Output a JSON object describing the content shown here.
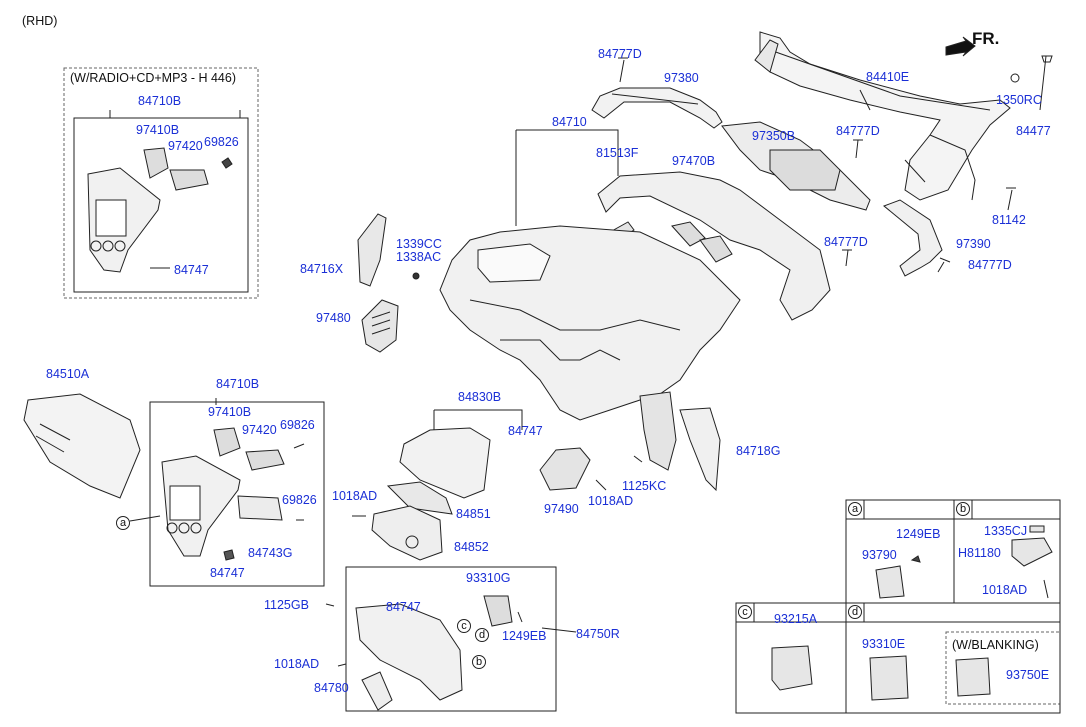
{
  "header": {
    "variant": "(RHD)",
    "direction": "FR."
  },
  "inset_radio": {
    "title": "(W/RADIO+CD+MP3 - H 446)",
    "assembly": "84710B",
    "parts": [
      "97410B",
      "97420",
      "69826",
      "84747"
    ]
  },
  "labels": {
    "l84777D_top": "84777D",
    "l97380": "97380",
    "l84410E": "84410E",
    "l1350RC": "1350RC",
    "l84477": "84477",
    "l84710": "84710",
    "l97350B": "97350B",
    "l84777D_mid": "84777D",
    "l81513F": "81513F",
    "l97470B": "97470B",
    "l81142": "81142",
    "l1339CC": "1339CC",
    "l1338AC": "1338AC",
    "l84716X": "84716X",
    "l84777D_r": "84777D",
    "l97390": "97390",
    "l84777D_rb": "84777D",
    "l97480": "97480",
    "l84510A": "84510A",
    "l84710B": "84710B",
    "l97410B": "97410B",
    "l69826": "69826",
    "l97420": "97420",
    "l84830B": "84830B",
    "l84747_a": "84747",
    "l84718G": "84718G",
    "l1125KC": "1125KC",
    "l97490": "97490",
    "l1018AD_c": "1018AD",
    "l1018AD_l": "1018AD",
    "l84851": "84851",
    "l69826_b": "69826",
    "l84743G": "84743G",
    "l84852": "84852",
    "l84747_b": "84747",
    "l93310G": "93310G",
    "l1125GB": "1125GB",
    "l84747_c": "84747",
    "l1249EB_c": "1249EB",
    "l84750R": "84750R",
    "l1018AD_b": "1018AD",
    "l84780": "84780"
  },
  "circle_refs": {
    "a_left": "a",
    "c_mid": "c",
    "d_mid": "d",
    "b_mid": "b"
  },
  "detail_grid": {
    "a": {
      "tag": "a",
      "parts": [
        "1249EB",
        "93790"
      ]
    },
    "b": {
      "tag": "b",
      "parts": [
        "1335CJ",
        "H81180",
        "1018AD"
      ]
    },
    "c": {
      "tag": "c",
      "parts": [
        "93215A"
      ]
    },
    "d": {
      "tag": "d",
      "parts": [
        "93310E"
      ],
      "blanking_title": "(W/BLANKING)",
      "blanking_part": "93750E"
    }
  }
}
